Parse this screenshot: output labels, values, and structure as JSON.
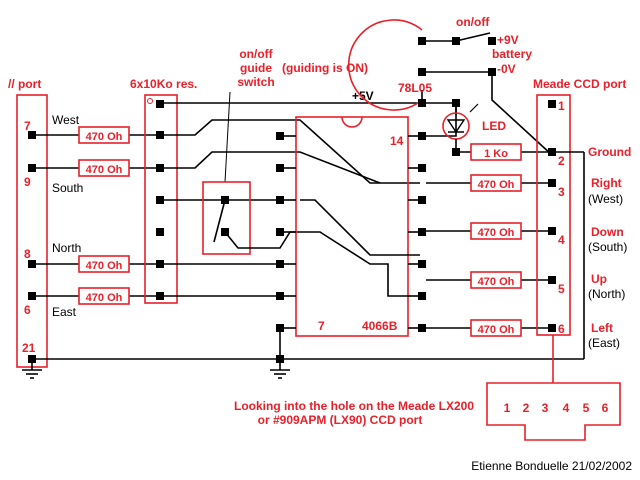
{
  "parallel_port": {
    "title": "// port",
    "pins": [
      "7",
      "9",
      "8",
      "6",
      "21"
    ]
  },
  "resistor_array": {
    "title": "6x10Ko res."
  },
  "direction_labels": {
    "west": "West",
    "south": "South",
    "north": "North",
    "east": "East"
  },
  "resistor_label": "470 Oh",
  "guide_switch": {
    "title_line1": "on/off",
    "title_line2": "guide",
    "title_line3": "switch",
    "status": "(guiding is ON)"
  },
  "regulator": {
    "label": "78L05"
  },
  "power": {
    "switch_label": "on/off",
    "plus9": "+9V",
    "battery": "battery",
    "minus0": "-0V",
    "plus5": "+5V"
  },
  "led": {
    "label": "LED",
    "resistor": "1 Ko"
  },
  "ic": {
    "name": "4066B",
    "pin14": "14",
    "pin7": "7"
  },
  "meade": {
    "title": "Meade CCD port",
    "pins": [
      "1",
      "2",
      "3",
      "4",
      "5",
      "6"
    ],
    "ground": "Ground",
    "directions": [
      {
        "main": "Right",
        "sub": "(West)"
      },
      {
        "main": "Down",
        "sub": "(South)"
      },
      {
        "main": "Up",
        "sub": "(North)"
      },
      {
        "main": "Left",
        "sub": "(East)"
      }
    ]
  },
  "connector_pins": [
    "1",
    "2",
    "3",
    "4",
    "5",
    "6"
  ],
  "note_line1": "Looking into the hole on the Meade LX200",
  "note_line2": "or #909APM (LX90) CCD port",
  "credit": "Etienne Bonduelle 21/02/2002",
  "colors": {
    "accent": "#e8202a",
    "wire": "#000000"
  }
}
